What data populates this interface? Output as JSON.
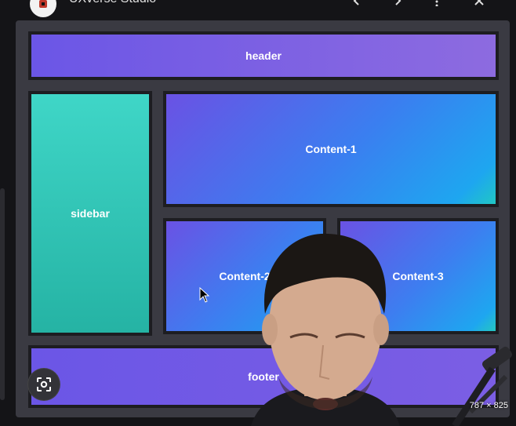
{
  "window": {
    "title": "UXverse Studio",
    "icons": [
      "app-logo-icon",
      "back-icon",
      "forward-icon",
      "more-vertical-icon",
      "close-icon"
    ]
  },
  "layout_demo": {
    "header": "header",
    "sidebar": "sidebar",
    "content1": "Content-1",
    "content2": "Content-2",
    "content3": "Content-3",
    "footer": "footer"
  },
  "image_dimensions": "787 × 825",
  "colors": {
    "frame": "#3a3a42",
    "header": "#6b56e6",
    "sidebar": "#3fd6c7",
    "content": "#3a7ff0"
  }
}
